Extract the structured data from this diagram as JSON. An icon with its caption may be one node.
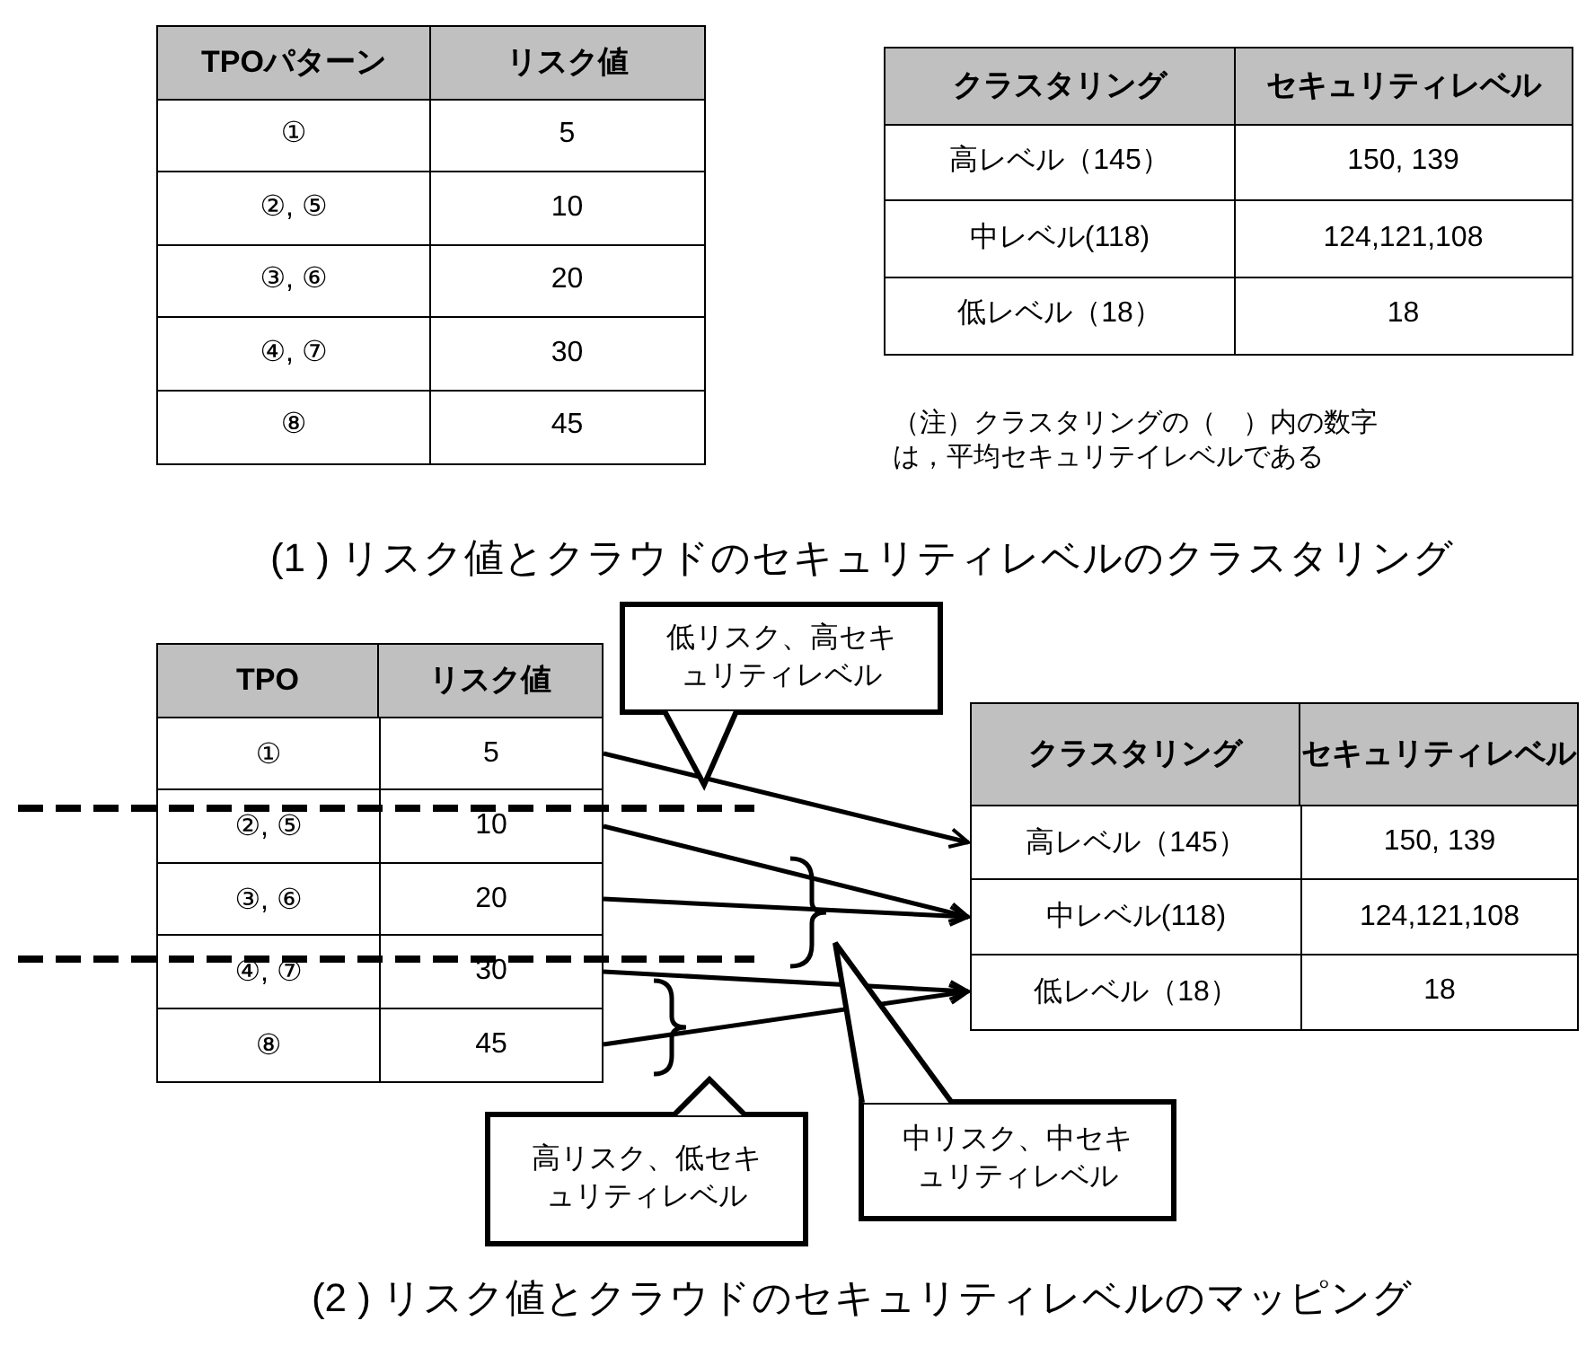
{
  "diagram": {
    "nodes": [
      {
        "text": [
          "①",
          "5"
        ]
      },
      {
        "text": [
          "②, ⑤",
          "10"
        ]
      },
      {
        "text": [
          "③, ⑥",
          "20"
        ]
      },
      {
        "text": [
          "④, ⑦",
          "30"
        ]
      },
      {
        "text": [
          "⑧",
          "45"
        ]
      },
      {
        "text": [
          "高レベル（145）",
          "150, 139"
        ]
      },
      {
        "text": [
          "中レベル(118)",
          "124,121,108"
        ]
      },
      {
        "text": [
          "低レベル（18）",
          "18"
        ]
      },
      {
        "text": [
          "低リスク、高セキュリティレベル"
        ]
      },
      {
        "text": [
          "中リスク、中セキュリティレベル"
        ]
      },
      {
        "text": [
          "高リスク、低セキュリティレベル"
        ]
      }
    ],
    "edges": [
      {
        "from": 0,
        "to": 5,
        "arrow": "to"
      },
      {
        "from": 1,
        "to": 6,
        "arrow": "to"
      },
      {
        "from": 2,
        "to": 6,
        "arrow": "to"
      },
      {
        "from": 3,
        "to": 7,
        "arrow": "to"
      },
      {
        "from": 4,
        "to": 7,
        "arrow": "to"
      }
    ],
    "labels": [
      "TPOパターン",
      "リスク値",
      "①",
      "5",
      "②, ⑤",
      "10",
      "③, ⑥",
      "20",
      "④, ⑦",
      "30",
      "⑧",
      "45",
      "クラスタリング",
      "セキュリティレベル",
      "高レベル（145）",
      "150, 139",
      "中レベル(118)",
      "124,121,108",
      "低レベル（18）",
      "18",
      "（注）クラスタリングの（　）内の数字は，平均セキュリテイレベルである",
      "(1 ) リスク値とクラウドのセキュリティレベルのクラスタリング",
      "TPO",
      "リスク値",
      "クラスタリング",
      "セキュリティレベル",
      "(2 ) リスク値とクラウドのセキュリティレベルのマッピング"
    ]
  }
}
